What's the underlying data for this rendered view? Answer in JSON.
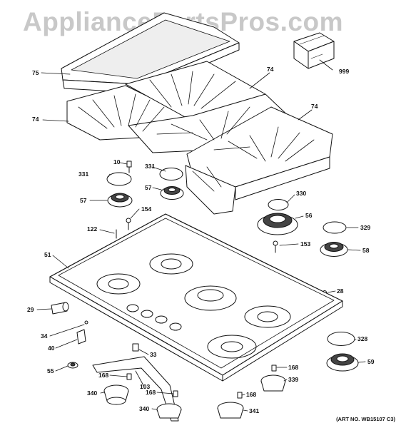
{
  "watermark": "AppliancePartsPros.com",
  "art_number": "(ART NO. WB15107 C3)",
  "callouts": {
    "p999": "999",
    "p75": "75",
    "p74a": "74",
    "p74b": "74",
    "p74c": "74",
    "p10": "10",
    "p331a": "331",
    "p331b": "331",
    "p57a": "57",
    "p57b": "57",
    "p154": "154",
    "p122": "122",
    "p51": "51",
    "p330": "330",
    "p56": "56",
    "p329": "329",
    "p153": "153",
    "p58": "58",
    "p28": "28",
    "p29": "29",
    "p34": "34",
    "p40": "40",
    "p328": "328",
    "p55": "55",
    "p33": "33",
    "p59": "59",
    "p168a": "168",
    "p168b": "168",
    "p168c": "168",
    "p168d": "168",
    "p103": "103",
    "p339": "339",
    "p340a": "340",
    "p340b": "340",
    "p341": "341"
  }
}
